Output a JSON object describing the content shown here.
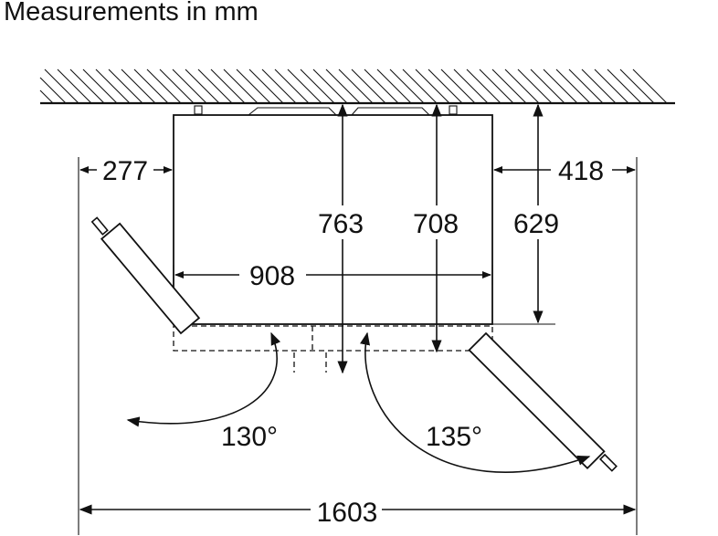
{
  "title": "Measurements in mm",
  "dimensions": {
    "left_clearance": "277",
    "right_clearance": "418",
    "depth_with_handles": "763",
    "depth_body": "708",
    "depth_cabinet": "629",
    "width_body": "908",
    "total_width_open": "1603"
  },
  "angles": {
    "left_door": "130°",
    "right_door": "135°"
  }
}
